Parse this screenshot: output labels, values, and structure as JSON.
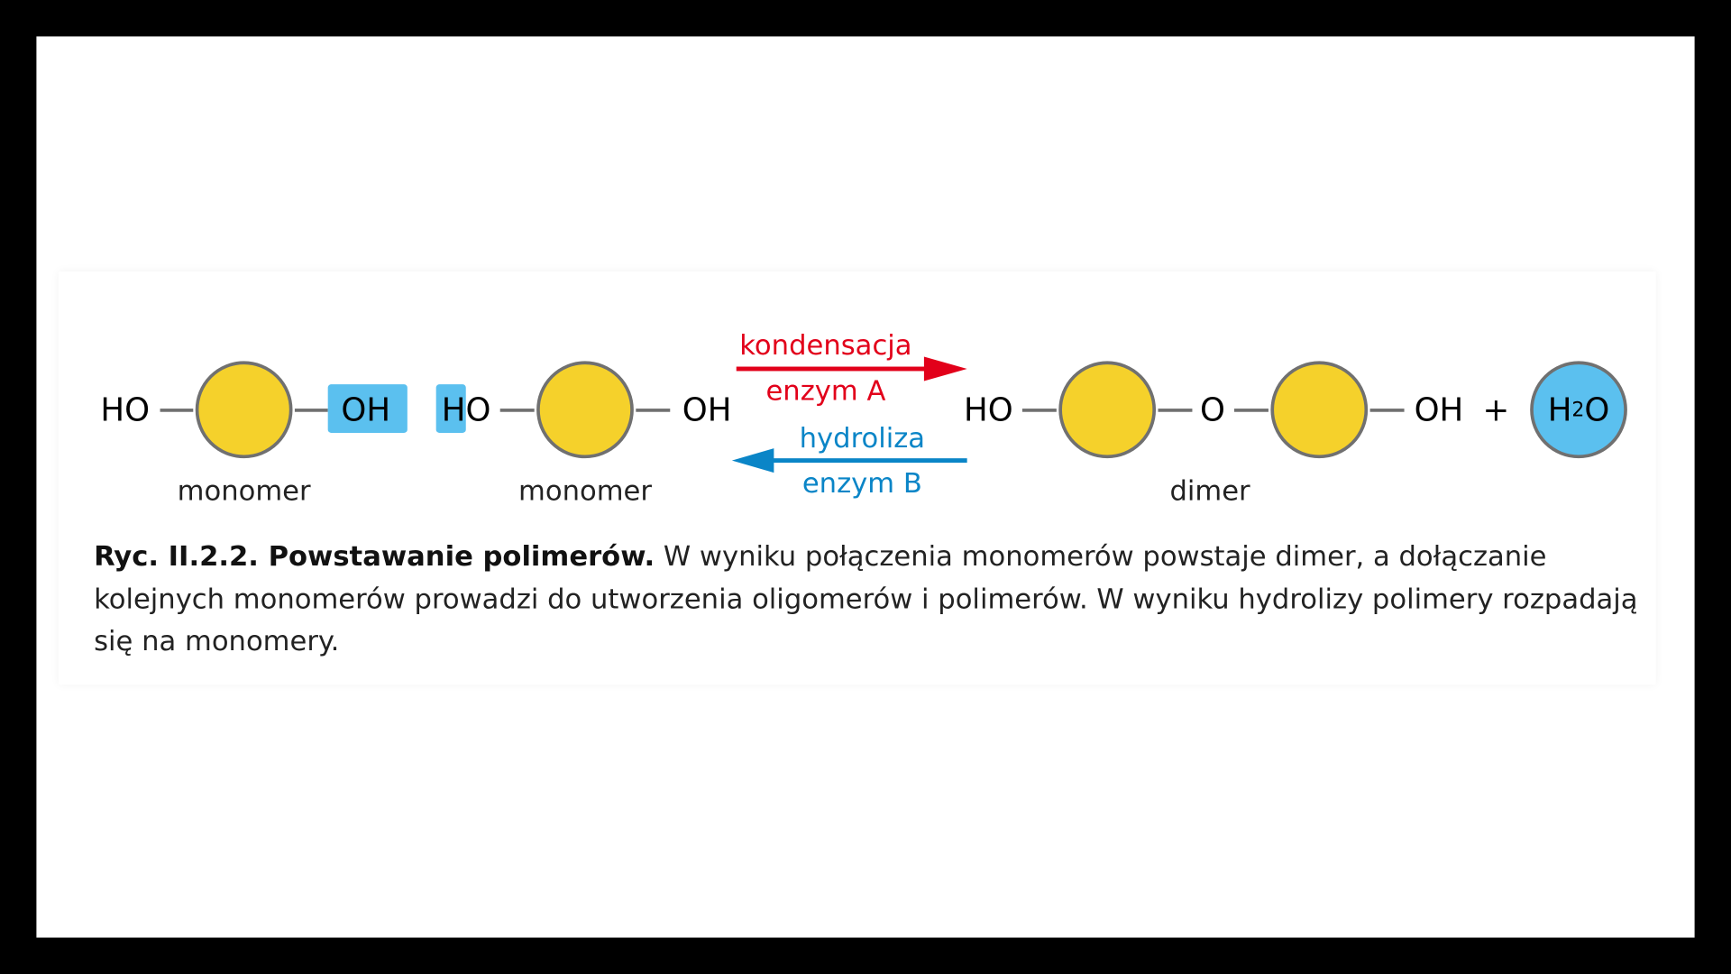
{
  "diagram": {
    "left_monomer_1": {
      "left_group": "HO",
      "right_group": "OH",
      "label": "monomer"
    },
    "left_monomer_2": {
      "left_group": "HO",
      "right_group": "OH",
      "label": "monomer"
    },
    "forward_reaction": {
      "name": "kondensacja",
      "enzyme": "enzym A",
      "color": "#e2001a"
    },
    "reverse_reaction": {
      "name": "hydroliza",
      "enzyme": "enzym B",
      "color": "#0a85c7"
    },
    "dimer": {
      "left_group": "HO",
      "bridge": "O",
      "right_group": "OH",
      "label": "dimer"
    },
    "plus": "+",
    "water": {
      "H": "H",
      "sub": "2",
      "O": "O"
    },
    "colors": {
      "monomer": "#f5d12b",
      "highlight": "#5bc0ef",
      "bond": "#707070"
    }
  },
  "caption": {
    "title": "Ryc. II.2.2. Powstawanie polimerów.",
    "text": " W wyniku połączenia monomerów powstaje dimer, a dołączanie kolejnych monomerów prowadzi do utworzenia oligomerów i polimerów. W wyniku hydrolizy polimery rozpadają się na monomery."
  }
}
